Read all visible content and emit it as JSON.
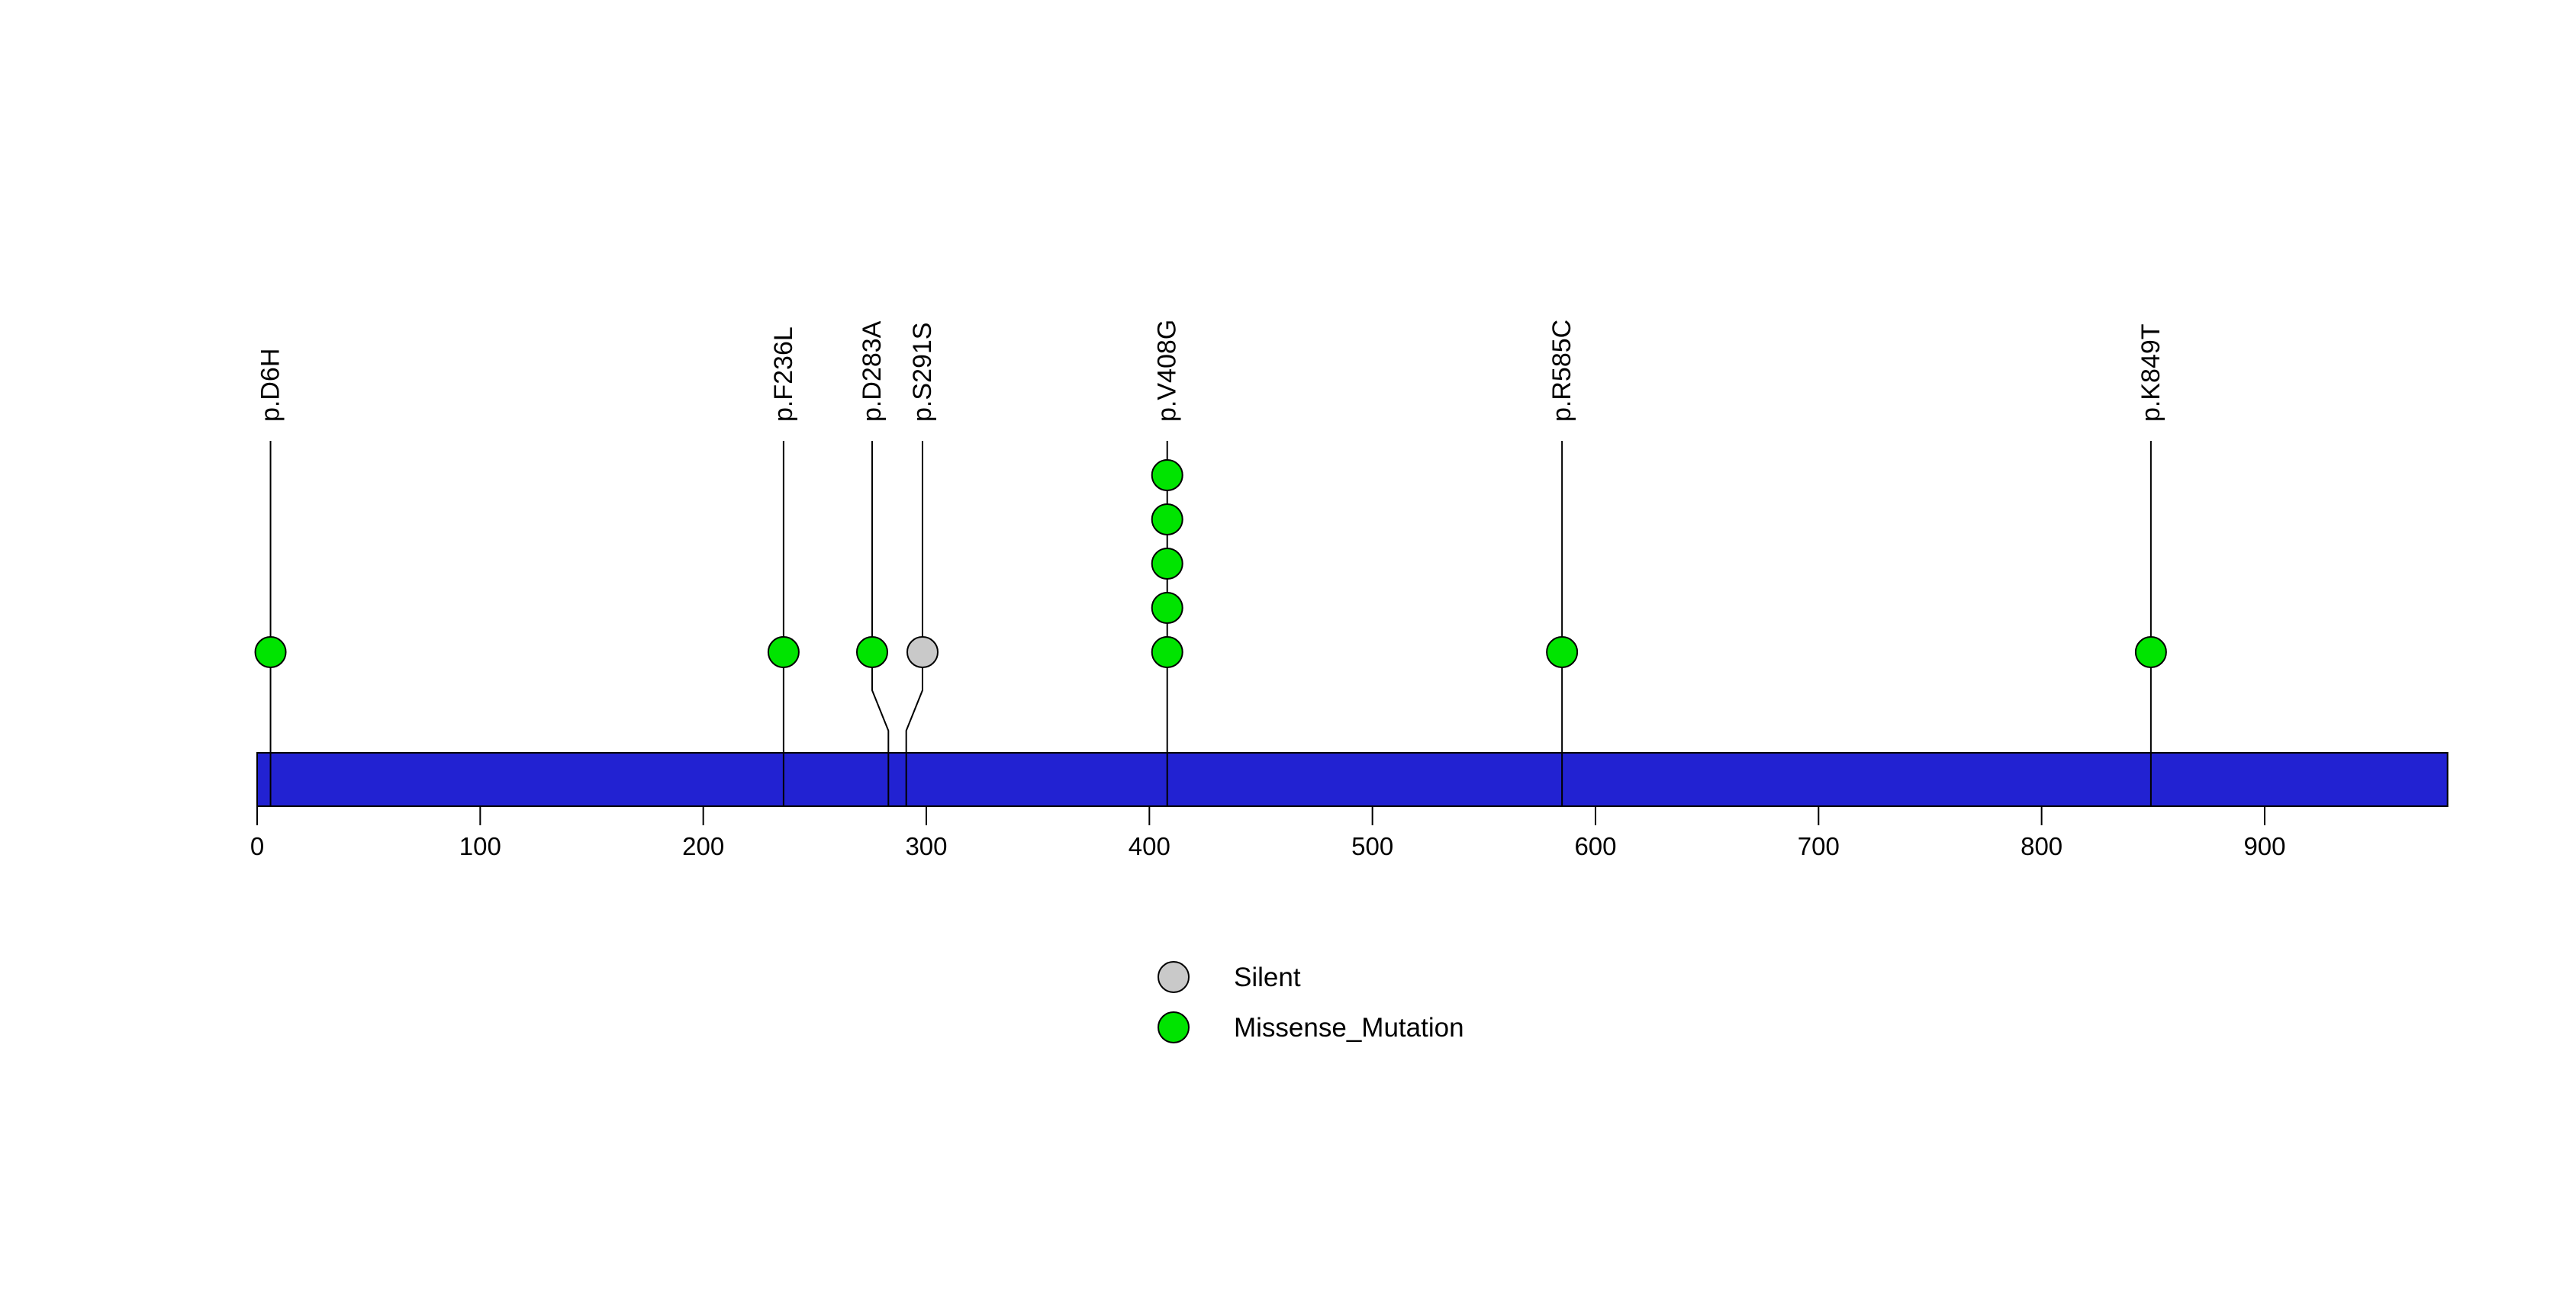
{
  "chart_data": {
    "type": "lollipop",
    "title": "",
    "xlabel": "",
    "ylabel": "",
    "axis": {
      "ticks": [
        0,
        100,
        200,
        300,
        400,
        500,
        600,
        700,
        800,
        900
      ],
      "xlim": [
        0,
        982
      ]
    },
    "protein": {
      "length_aa": 982,
      "bar_color": "#2222d2"
    },
    "mutations": [
      {
        "label": "p.D6H",
        "position": 6,
        "count": 1,
        "type": "Missense_Mutation"
      },
      {
        "label": "p.F236L",
        "position": 236,
        "count": 1,
        "type": "Missense_Mutation"
      },
      {
        "label": "p.D283A",
        "position": 283,
        "count": 1,
        "type": "Missense_Mutation"
      },
      {
        "label": "p.S291S",
        "position": 291,
        "count": 1,
        "type": "Silent"
      },
      {
        "label": "p.V408G",
        "position": 408,
        "count": 5,
        "type": "Missense_Mutation"
      },
      {
        "label": "p.R585C",
        "position": 585,
        "count": 1,
        "type": "Missense_Mutation"
      },
      {
        "label": "p.K849T",
        "position": 849,
        "count": 1,
        "type": "Missense_Mutation"
      }
    ],
    "legend": [
      {
        "label": "Silent",
        "color": "#c9c9c9"
      },
      {
        "label": "Missense_Mutation",
        "color": "#00e400"
      }
    ],
    "colors": {
      "Silent": "#c9c9c9",
      "Missense_Mutation": "#00e400",
      "stroke": "#000000",
      "background": "#ffffff"
    }
  }
}
